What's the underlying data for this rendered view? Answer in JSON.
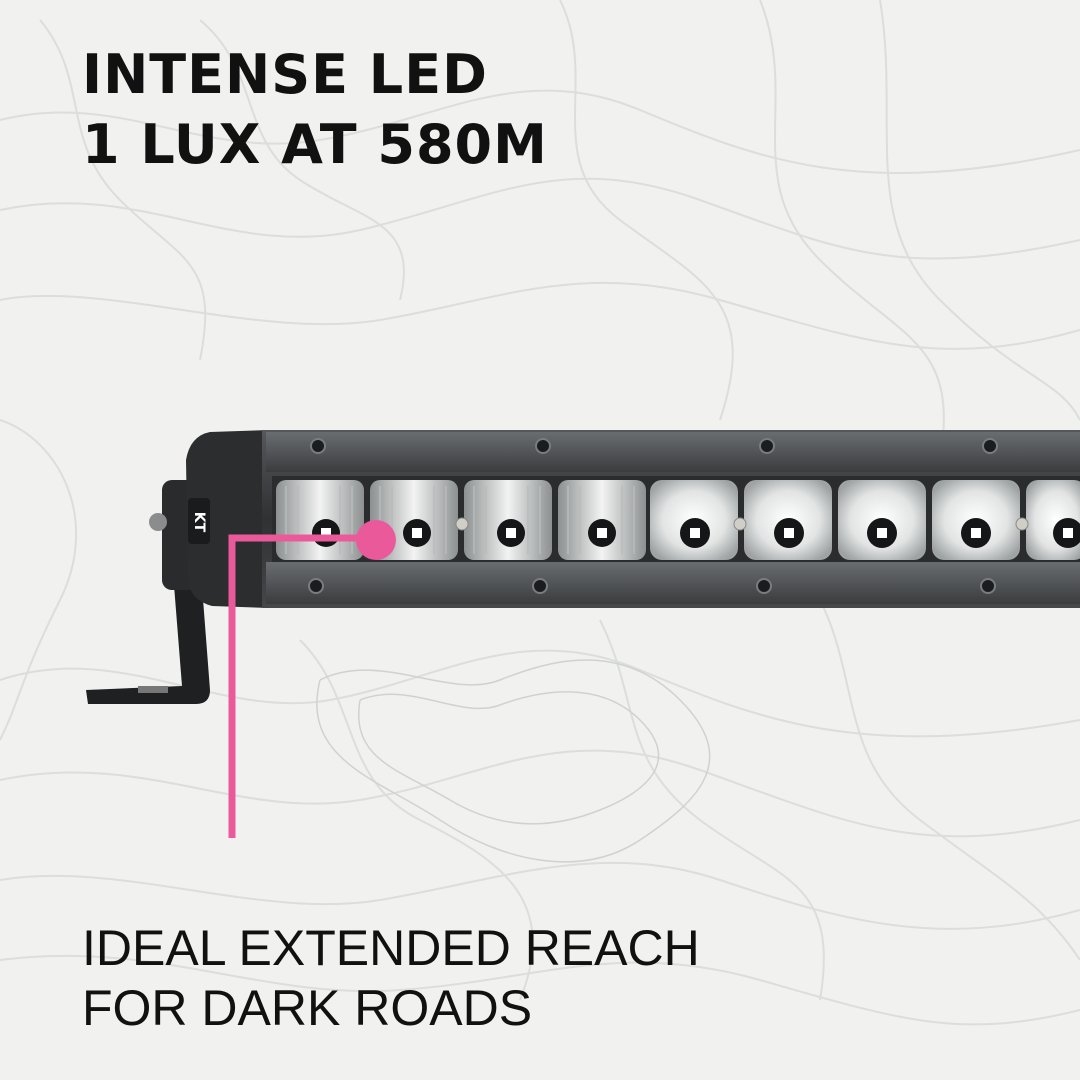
{
  "headline": {
    "line1": "INTENSE LED",
    "line2": "1 LUX AT 580M"
  },
  "caption": {
    "line1": "IDEAL EXTENDED REACH",
    "line2": "FOR DARK ROADS"
  },
  "product": {
    "badge_text": "KT"
  },
  "colors": {
    "background": "#f1f1ef",
    "text": "#111111",
    "accent_pink": "#ea5a9b",
    "housing": "#3a3c3e"
  }
}
